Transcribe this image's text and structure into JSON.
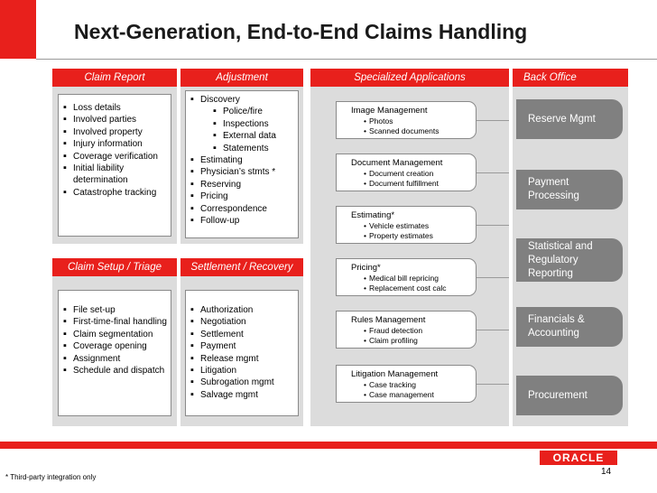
{
  "title": "Next-Generation, End-to-End Claims Handling",
  "headers": {
    "claim_report": "Claim Report",
    "adjustment": "Adjustment",
    "specialized": "Specialized Applications",
    "back_office": "Back Office",
    "claim_setup": "Claim Setup / Triage",
    "settlement": "Settlement / Recovery"
  },
  "claim_report_items": [
    "Loss details",
    "Involved parties",
    "Involved property",
    "Injury information",
    "Coverage verification",
    "Initial liability determination",
    "Catastrophe tracking"
  ],
  "adjustment": {
    "discovery": "Discovery",
    "discovery_sub": [
      "Police/fire",
      "Inspections",
      "External data",
      "Statements"
    ],
    "items": [
      "Estimating",
      "Physician’s stmts *",
      "Reserving",
      "Pricing",
      "Correspondence",
      "Follow-up"
    ]
  },
  "claim_setup_items": [
    "File set-up",
    "First-time-final handling",
    "Claim segmentation",
    "Coverage opening",
    "Assignment",
    "Schedule and dispatch"
  ],
  "settlement_items": [
    "Authorization",
    "Negotiation",
    "Settlement",
    "Payment",
    "Release mgmt",
    "Litigation",
    "Subrogation mgmt",
    "Salvage mgmt"
  ],
  "specialized_apps": [
    {
      "title": "Image Management",
      "items": [
        "Photos",
        "Scanned documents"
      ]
    },
    {
      "title": "Document Management",
      "items": [
        "Document creation",
        "Document fulfillment"
      ]
    },
    {
      "title": "Estimating*",
      "items": [
        "Vehicle estimates",
        "Property estimates"
      ]
    },
    {
      "title": "Pricing*",
      "items": [
        "Medical bill repricing",
        "Replacement cost calc"
      ]
    },
    {
      "title": "Rules Management",
      "items": [
        "Fraud detection",
        "Claim profiling"
      ]
    },
    {
      "title": "Litigation Management",
      "items": [
        "Case tracking",
        "Case management"
      ]
    }
  ],
  "back_office": [
    {
      "lines": [
        "Reserve Mgmt"
      ]
    },
    {
      "lines": [
        "Payment",
        "Processing"
      ]
    },
    {
      "lines": [
        "Statistical and",
        "Regulatory",
        "Reporting"
      ]
    },
    {
      "lines": [
        "Financials &",
        "Accounting"
      ]
    },
    {
      "lines": [
        "Procurement"
      ]
    }
  ],
  "logo_text": "ORACLE",
  "page_number": "14",
  "footnote": "* Third-party integration only"
}
